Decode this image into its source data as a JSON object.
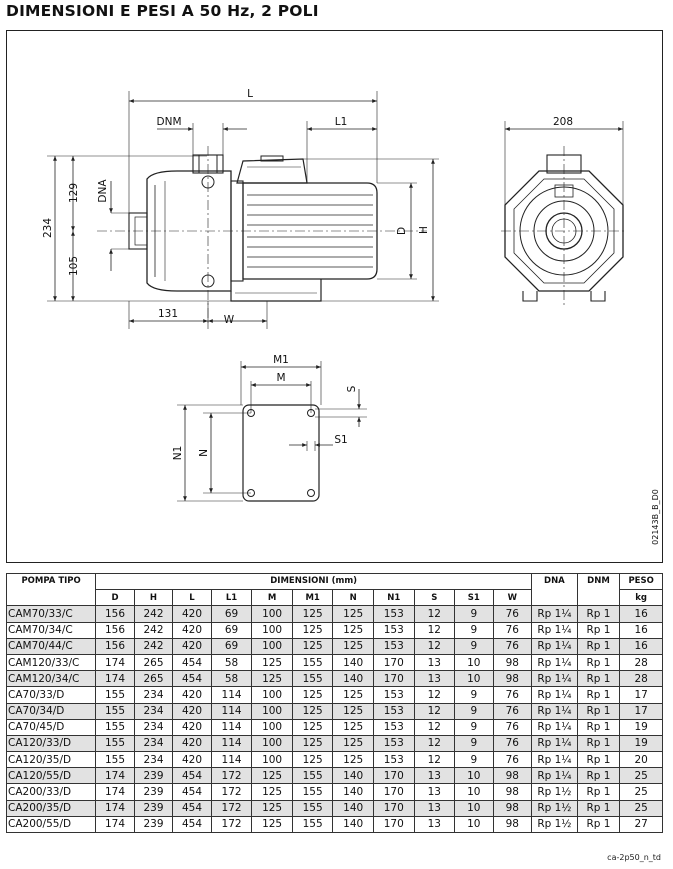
{
  "title": "DIMENSIONI E PESI A 50 Hz, 2 POLI",
  "drawing": {
    "labels": {
      "L": "L",
      "DNM": "DNM",
      "L1": "L1",
      "dim_208": "208",
      "dim_129": "129",
      "DNA": "DNA",
      "dim_234": "234",
      "dim_105": "105",
      "D": "D",
      "H": "H",
      "dim_131": "131",
      "W": "W",
      "M1": "M1",
      "M": "M",
      "S": "S",
      "S1": "S1",
      "N1": "N1",
      "N": "N"
    },
    "drawing_code": "02143B_B_D0"
  },
  "table": {
    "col_pompa": "POMPA TIPO",
    "col_dimensioni": "DIMENSIONI (mm)",
    "col_dna": "DNA",
    "col_dnm": "DNM",
    "col_peso": "PESO",
    "sub_headers": [
      "D",
      "H",
      "L",
      "L1",
      "M",
      "M1",
      "N",
      "N1",
      "S",
      "S1",
      "W"
    ],
    "peso_unit": "kg",
    "rows": [
      {
        "name": "CAM70/33/C",
        "vals": [
          "156",
          "242",
          "420",
          "69",
          "100",
          "125",
          "125",
          "153",
          "12",
          "9",
          "76"
        ],
        "dna": "Rp 1¼",
        "dnm": "Rp 1",
        "peso": "16",
        "shade": true
      },
      {
        "name": "CAM70/34/C",
        "vals": [
          "156",
          "242",
          "420",
          "69",
          "100",
          "125",
          "125",
          "153",
          "12",
          "9",
          "76"
        ],
        "dna": "Rp 1¼",
        "dnm": "Rp 1",
        "peso": "16",
        "shade": false
      },
      {
        "name": "CAM70/44/C",
        "vals": [
          "156",
          "242",
          "420",
          "69",
          "100",
          "125",
          "125",
          "153",
          "12",
          "9",
          "76"
        ],
        "dna": "Rp 1¼",
        "dnm": "Rp 1",
        "peso": "16",
        "shade": true
      },
      {
        "name": "CAM120/33/C",
        "vals": [
          "174",
          "265",
          "454",
          "58",
          "125",
          "155",
          "140",
          "170",
          "13",
          "10",
          "98"
        ],
        "dna": "Rp 1¼",
        "dnm": "Rp 1",
        "peso": "28",
        "shade": false
      },
      {
        "name": "CAM120/34/C",
        "vals": [
          "174",
          "265",
          "454",
          "58",
          "125",
          "155",
          "140",
          "170",
          "13",
          "10",
          "98"
        ],
        "dna": "Rp 1¼",
        "dnm": "Rp 1",
        "peso": "28",
        "shade": true
      },
      {
        "name": "CA70/33/D",
        "vals": [
          "155",
          "234",
          "420",
          "114",
          "100",
          "125",
          "125",
          "153",
          "12",
          "9",
          "76"
        ],
        "dna": "Rp 1¼",
        "dnm": "Rp 1",
        "peso": "17",
        "shade": false
      },
      {
        "name": "CA70/34/D",
        "vals": [
          "155",
          "234",
          "420",
          "114",
          "100",
          "125",
          "125",
          "153",
          "12",
          "9",
          "76"
        ],
        "dna": "Rp 1¼",
        "dnm": "Rp 1",
        "peso": "17",
        "shade": true
      },
      {
        "name": "CA70/45/D",
        "vals": [
          "155",
          "234",
          "420",
          "114",
          "100",
          "125",
          "125",
          "153",
          "12",
          "9",
          "76"
        ],
        "dna": "Rp 1¼",
        "dnm": "Rp 1",
        "peso": "19",
        "shade": false
      },
      {
        "name": "CA120/33/D",
        "vals": [
          "155",
          "234",
          "420",
          "114",
          "100",
          "125",
          "125",
          "153",
          "12",
          "9",
          "76"
        ],
        "dna": "Rp 1¼",
        "dnm": "Rp 1",
        "peso": "19",
        "shade": true
      },
      {
        "name": "CA120/35/D",
        "vals": [
          "155",
          "234",
          "420",
          "114",
          "100",
          "125",
          "125",
          "153",
          "12",
          "9",
          "76"
        ],
        "dna": "Rp 1¼",
        "dnm": "Rp 1",
        "peso": "20",
        "shade": false
      },
      {
        "name": "CA120/55/D",
        "vals": [
          "174",
          "239",
          "454",
          "172",
          "125",
          "155",
          "140",
          "170",
          "13",
          "10",
          "98"
        ],
        "dna": "Rp 1¼",
        "dnm": "Rp 1",
        "peso": "25",
        "shade": true
      },
      {
        "name": "CA200/33/D",
        "vals": [
          "174",
          "239",
          "454",
          "172",
          "125",
          "155",
          "140",
          "170",
          "13",
          "10",
          "98"
        ],
        "dna": "Rp 1½",
        "dnm": "Rp 1",
        "peso": "25",
        "shade": false
      },
      {
        "name": "CA200/35/D",
        "vals": [
          "174",
          "239",
          "454",
          "172",
          "125",
          "155",
          "140",
          "170",
          "13",
          "10",
          "98"
        ],
        "dna": "Rp 1½",
        "dnm": "Rp 1",
        "peso": "25",
        "shade": true
      },
      {
        "name": "CA200/55/D",
        "vals": [
          "174",
          "239",
          "454",
          "172",
          "125",
          "155",
          "140",
          "170",
          "13",
          "10",
          "98"
        ],
        "dna": "Rp 1½",
        "dnm": "Rp 1",
        "peso": "27",
        "shade": false
      }
    ]
  },
  "footnote": "ca-2p50_n_td"
}
